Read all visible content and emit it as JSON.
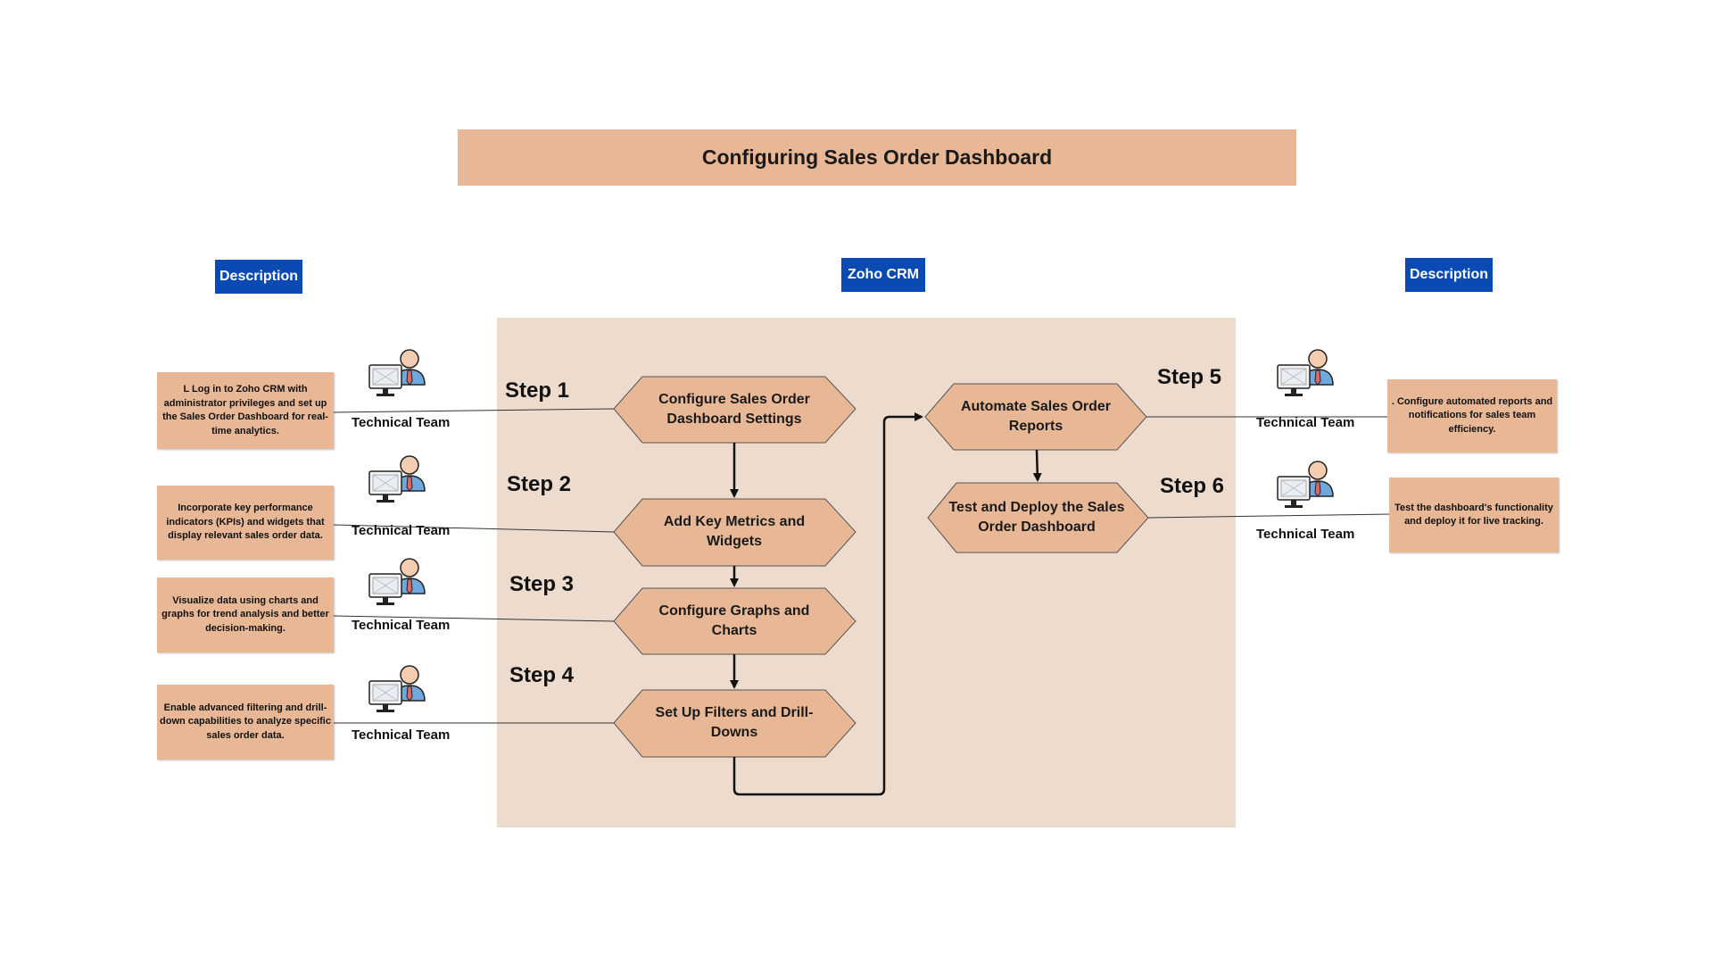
{
  "title": "Configuring Sales Order Dashboard",
  "tags": {
    "left": "Description",
    "center": "Zoho CRM",
    "right": "Description"
  },
  "steps": [
    {
      "label": "Step 1",
      "box": "Configure Sales Order Dashboard Settings",
      "team": "Technical Team",
      "desc": "L Log in to Zoho CRM with administrator privileges and set up the Sales Order Dashboard for real-time analytics."
    },
    {
      "label": "Step 2",
      "box": "Add Key Metrics and Widgets",
      "team": "Technical Team",
      "desc": "Incorporate key performance indicators (KPIs) and widgets that display relevant sales order data."
    },
    {
      "label": "Step 3",
      "box": "Configure Graphs and Charts",
      "team": "Technical Team",
      "desc": "Visualize data using charts and graphs for trend analysis and better decision-making."
    },
    {
      "label": "Step 4",
      "box": "Set Up Filters and Drill-Downs",
      "team": "Technical Team",
      "desc": "Enable advanced filtering and drill-down capabilities to analyze specific sales order data."
    },
    {
      "label": "Step 5",
      "box": "Automate Sales Order Reports",
      "team": "Technical Team",
      "desc": ". Configure automated reports and notifications for sales team efficiency."
    },
    {
      "label": "Step 6",
      "box": "Test and Deploy the Sales Order Dashboard",
      "team": "Technical Team",
      "desc": "Test the dashboard's functionality and deploy it for live tracking."
    }
  ],
  "colors": {
    "title_bg": "#e8b896",
    "tag_bg": "#0a4ab2",
    "panel_bg": "#eddccd",
    "hex_fill": "#e8b896",
    "desc_bg": "#e8b896"
  },
  "icons": {
    "team": "person-at-computer-icon"
  }
}
